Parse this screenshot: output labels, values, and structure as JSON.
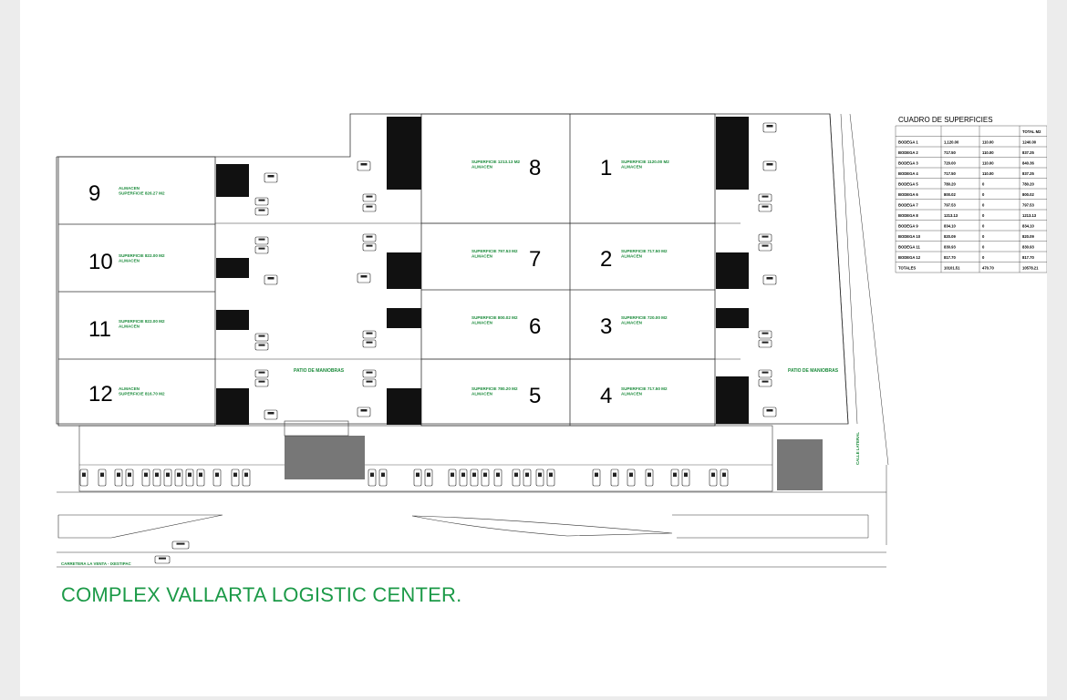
{
  "title": "COMPLEX VALLARTA LOGISTIC CENTER.",
  "colors": {
    "accent_green": "#1c9a48",
    "line": "#333333",
    "dock_black": "#111111"
  },
  "bodegas": [
    {
      "number": "1",
      "lines": [
        "SUPERFICIE 1120.00 M2",
        "ALMACEN"
      ]
    },
    {
      "number": "2",
      "lines": [
        "SUPERFICIE 717.50 M2",
        "ALMACEN"
      ]
    },
    {
      "number": "3",
      "lines": [
        "SUPERFICIE 720.00 M2",
        "ALMACEN"
      ]
    },
    {
      "number": "4",
      "lines": [
        "SUPERFICIE 717.50 M2",
        "ALMACEN"
      ]
    },
    {
      "number": "5",
      "lines": [
        "SUPERFICIE 780.20 M2",
        "ALMACEN"
      ]
    },
    {
      "number": "6",
      "lines": [
        "SUPERFICIE 800.02 M2",
        "ALMACEN"
      ]
    },
    {
      "number": "7",
      "lines": [
        "SUPERFICIE 797.53 M2",
        "ALMACEN"
      ]
    },
    {
      "number": "8",
      "lines": [
        "SUPERFICIE 1213.13 M2",
        "ALMACEN"
      ]
    },
    {
      "number": "9",
      "lines": [
        "ALMACEN",
        "SUPERFICIE 826.27 M2"
      ]
    },
    {
      "number": "10",
      "lines": [
        "SUPERFICIE 822.00 M2",
        "ALMACEN"
      ]
    },
    {
      "number": "11",
      "lines": [
        "SUPERFICIE 822.00 M2",
        "ALMACEN"
      ]
    },
    {
      "number": "12",
      "lines": [
        "ALMACEN",
        "SUPERFICIE 816.70 M2"
      ]
    }
  ],
  "patio_labels": [
    "PATIO DE MANIOBRAS",
    "PATIO DE MANIOBRAS"
  ],
  "road_label": "CARRETERA LA VENTA - IXESTIPAC",
  "side_street_label": "CALLE LATERAL",
  "table": {
    "title": "CUADRO DE SUPERFICIES",
    "header": [
      "",
      "",
      "",
      "TOTAL M2"
    ],
    "rows": [
      [
        "BODEGA 1",
        "1,120.00",
        "110.00",
        "1240.00"
      ],
      [
        "BODEGA 2",
        "717.50",
        "110.00",
        "837.25"
      ],
      [
        "BODEGA 3",
        "720.00",
        "110.00",
        "840.36"
      ],
      [
        "BODEGA 4",
        "717.50",
        "110.00",
        "837.25"
      ],
      [
        "BODEGA 5",
        "780.20",
        "0",
        "780.20"
      ],
      [
        "BODEGA 6",
        "800.02",
        "0",
        "800.02"
      ],
      [
        "BODEGA 7",
        "797.53",
        "0",
        "797.53"
      ],
      [
        "BODEGA 8",
        "1213.13",
        "0",
        "1213.13"
      ],
      [
        "BODEGA 9",
        "834.10",
        "0",
        "834.10"
      ],
      [
        "BODEGA 10",
        "820.09",
        "0",
        "820.09"
      ],
      [
        "BODEGA 11",
        "830.93",
        "0",
        "830.93"
      ],
      [
        "BODEGA 12",
        "817.70",
        "0",
        "817.70"
      ],
      [
        "TOTALES",
        "10101.51",
        "470.70",
        "10578.21"
      ]
    ]
  }
}
